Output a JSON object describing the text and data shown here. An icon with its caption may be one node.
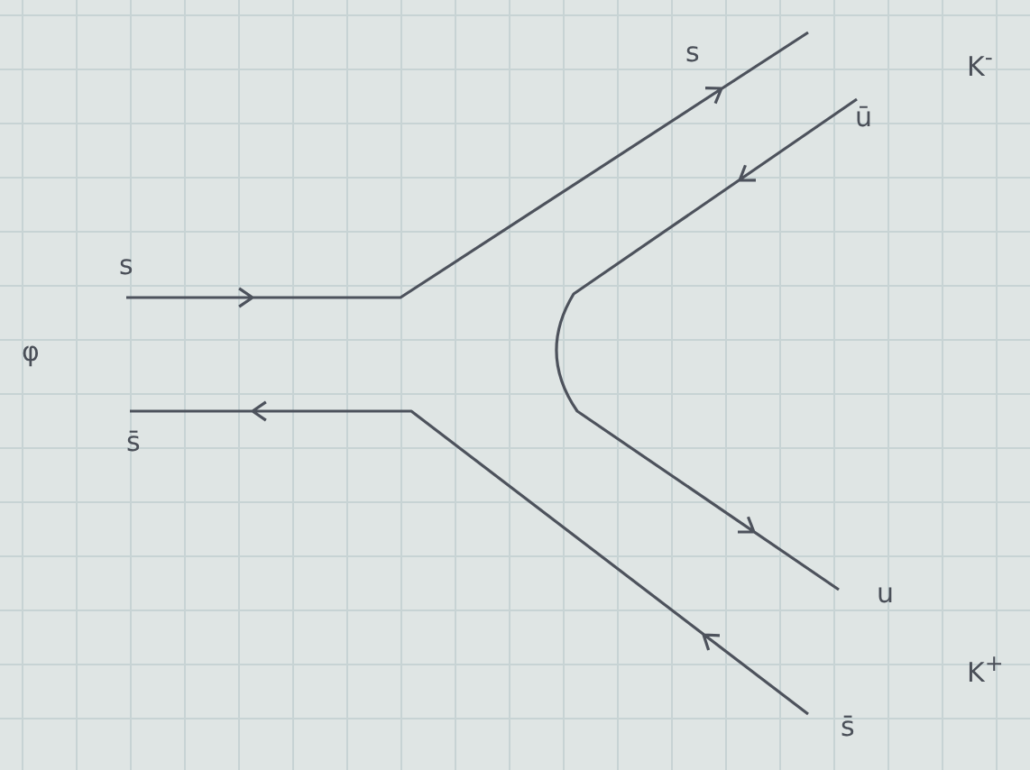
{
  "diagram": {
    "labels": [
      "s",
      "φ",
      "s̄",
      "s",
      "ū",
      "K$^{-}$",
      "u",
      "K$^{+}$",
      "s̄"
    ]
  }
}
